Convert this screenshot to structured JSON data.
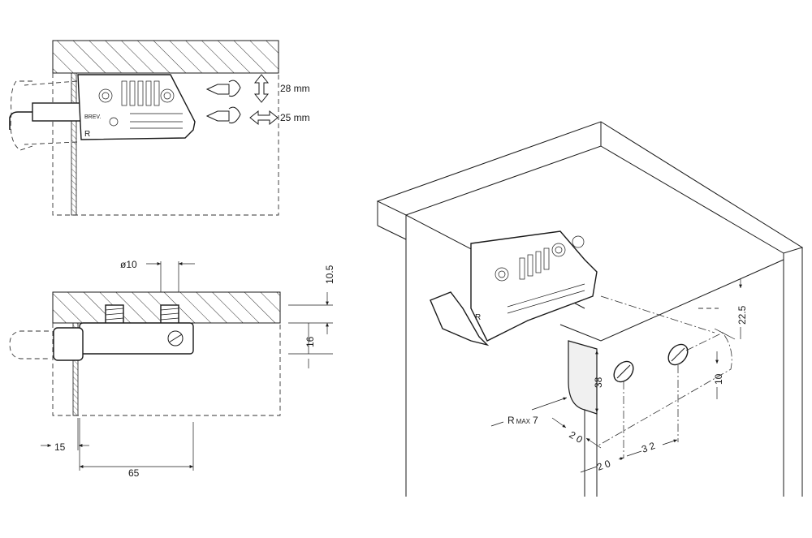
{
  "colors": {
    "line": "#1a1a1a",
    "background": "#ffffff",
    "hatch": "#333333"
  },
  "icons": [
    "screwdriver-icon",
    "vertical-arrow-icon",
    "horizontal-arrow-icon"
  ],
  "adjustments": {
    "height": "28 mm",
    "depth": "25 mm"
  },
  "clip": {
    "brand": "BREV.",
    "side": "R"
  },
  "side_view_dims": {
    "hole_diameter": "ø10",
    "top_offset": "10.5",
    "height": "16",
    "edge_offset": "15",
    "length": "65"
  },
  "iso_dims": {
    "radius_r": "R",
    "radius_sub": "MAX",
    "radius_val": "7",
    "dim_20_diag": "2 0",
    "dim_20": "2 0",
    "dim_32": "3 2",
    "dim_38": "38",
    "dim_10": "10",
    "dim_225": "22.5"
  }
}
